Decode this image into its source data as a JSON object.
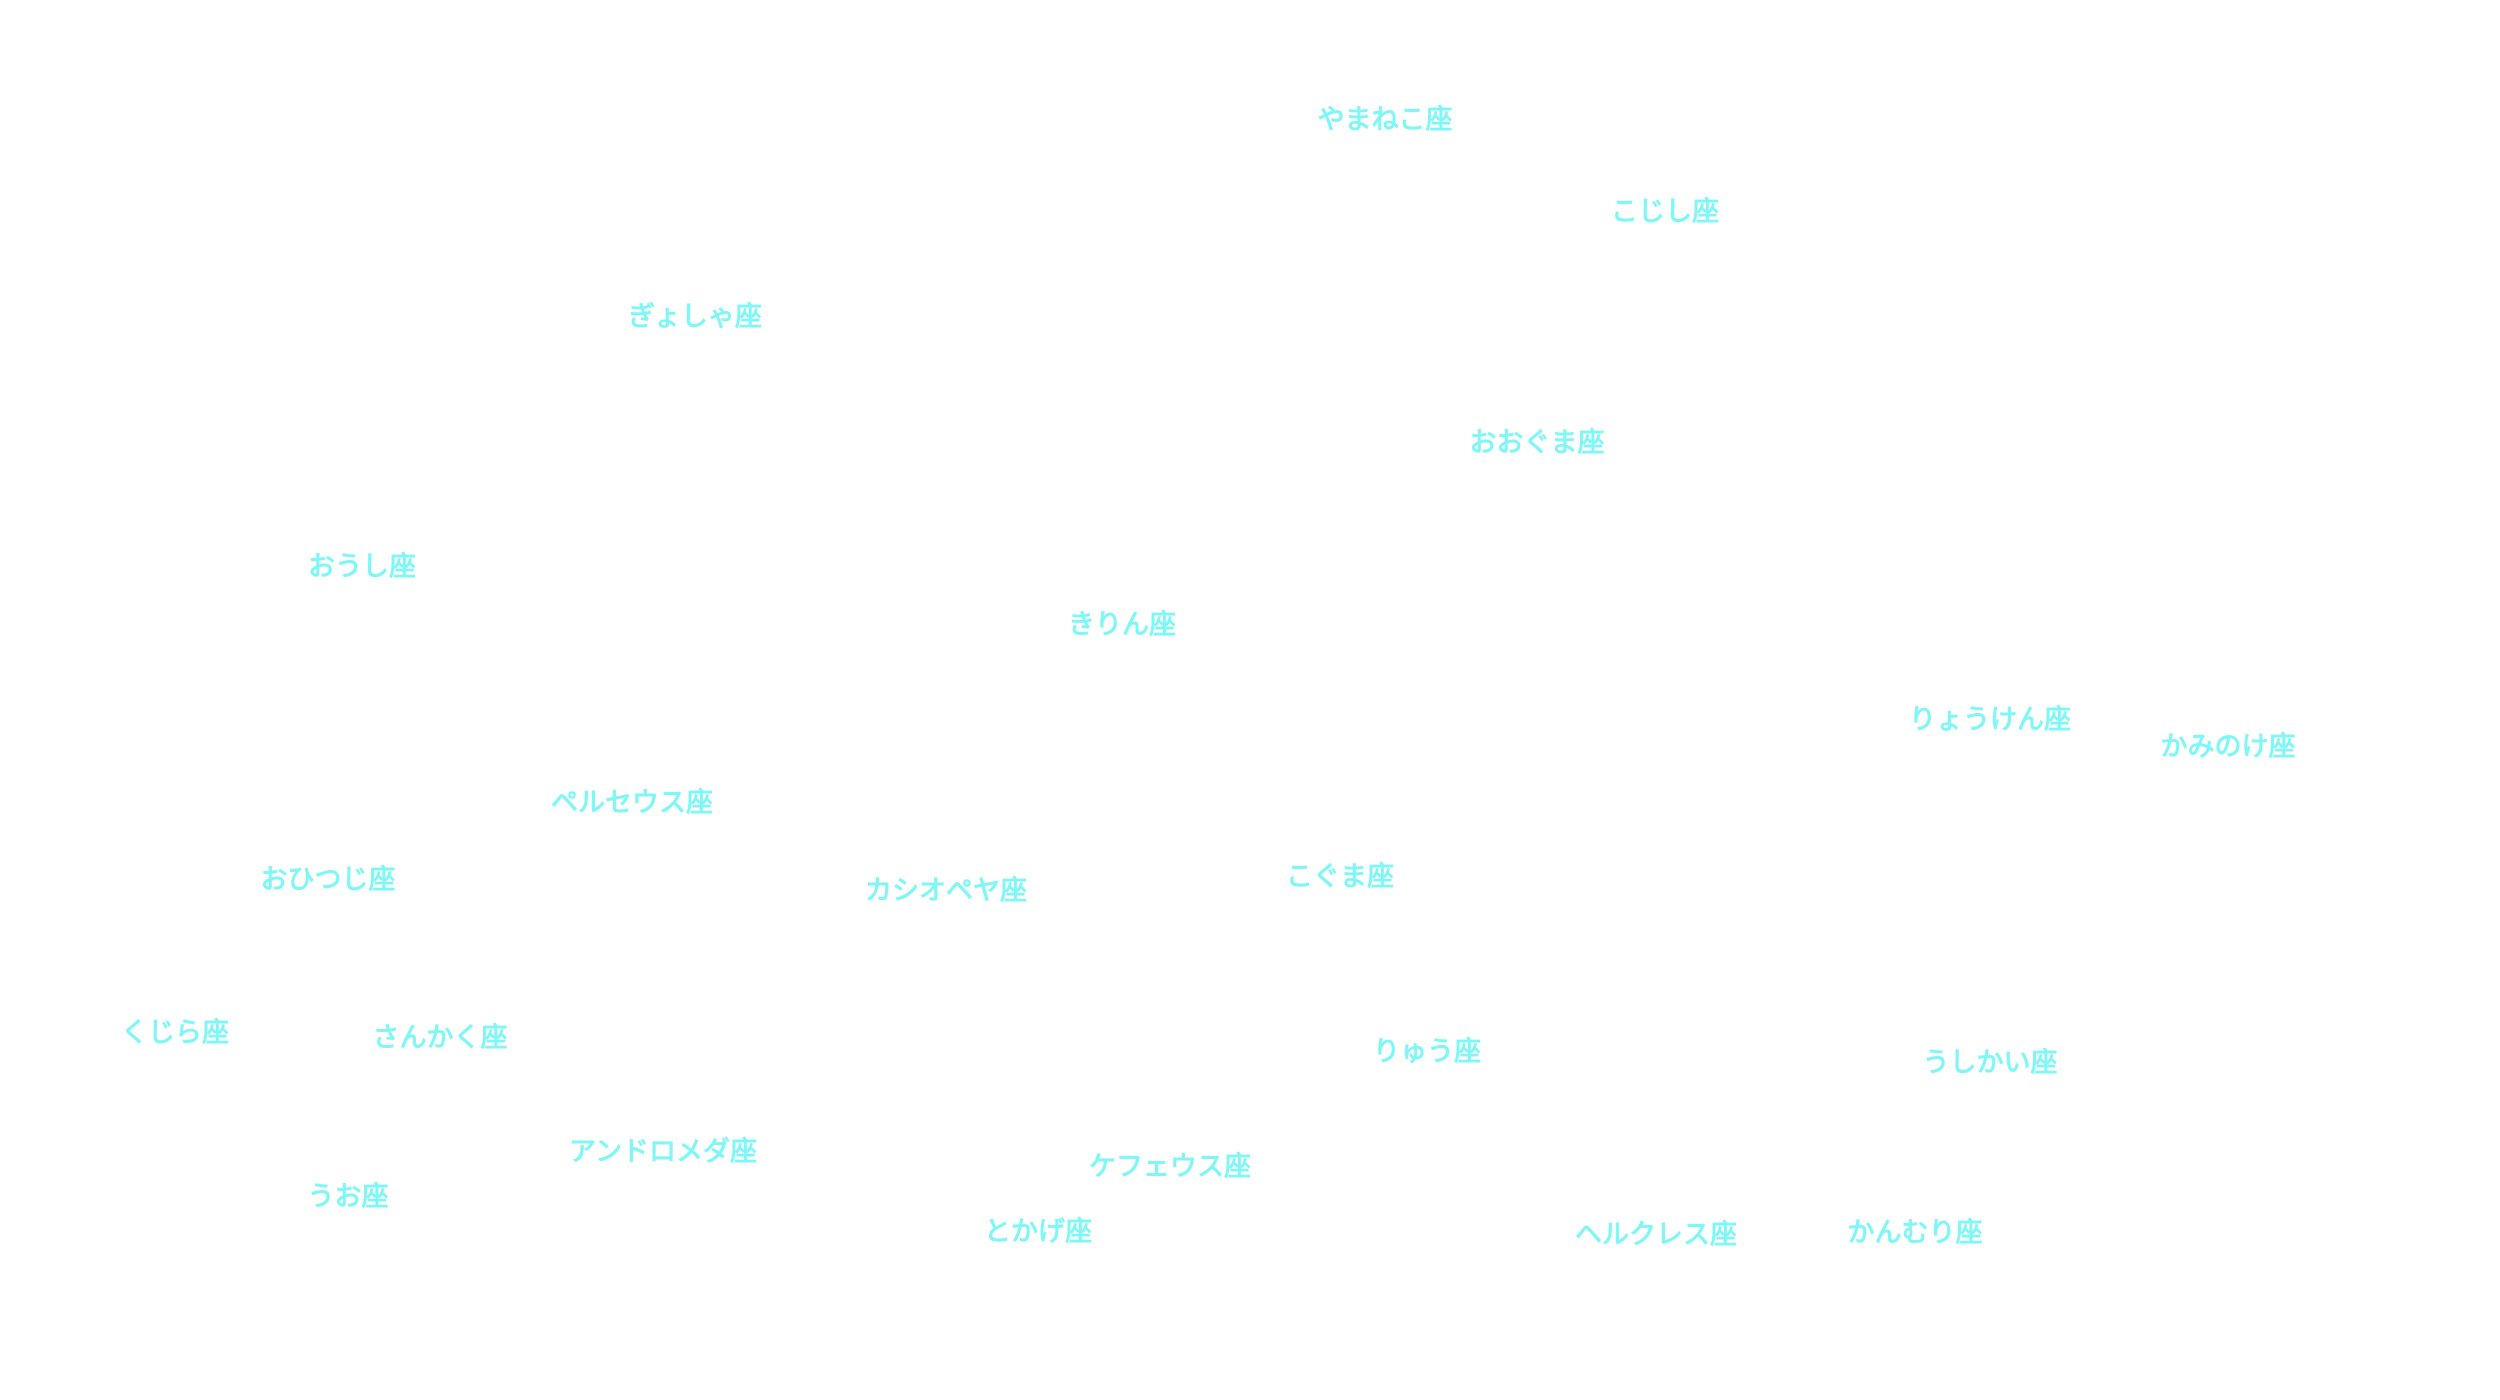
{
  "label_color": "#7ff7f7",
  "constellations": [
    "やまねこ座",
    "こじし座",
    "ぎょしゃ座",
    "おおぐま座",
    "おうし座",
    "きりん座",
    "りょうけん座",
    "かみのけ座",
    "ペルセウス座",
    "おひつじ座",
    "カシオペヤ座",
    "こぐま座",
    "くじら座",
    "さんかく座",
    "りゅう座",
    "うしかい座",
    "アンドロメダ座",
    "ケフェウス座",
    "うお座",
    "とかげ座",
    "ヘルクレス座",
    "かんむり座"
  ]
}
